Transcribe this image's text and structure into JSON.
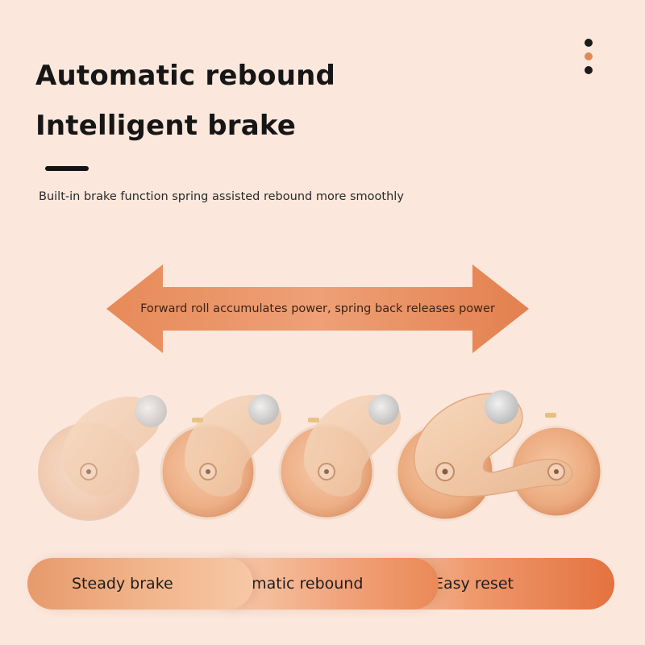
{
  "menu": {
    "icon": "vertical-three-dots-icon",
    "colors": [
      "#1b1b1b",
      "#e08a57",
      "#1b1b1b"
    ]
  },
  "heading": {
    "line1": "Automatic rebound",
    "line2": "Intelligent brake",
    "subtitle": "Built-in brake function spring assisted rebound more smoothly"
  },
  "arrow": {
    "icon": "double-headed-arrow-icon",
    "text": "Forward roll accumulates power, spring back releases power",
    "color": "#e58c5d"
  },
  "product": {
    "icon": "ab-roller-wheel-sequence"
  },
  "features": [
    {
      "label": "Steady brake"
    },
    {
      "label": "Automatic rebound"
    },
    {
      "label": "Easy reset"
    }
  ],
  "colors": {
    "background": "#fbe7dc",
    "accent": "#e58c5d",
    "text": "#161616"
  }
}
